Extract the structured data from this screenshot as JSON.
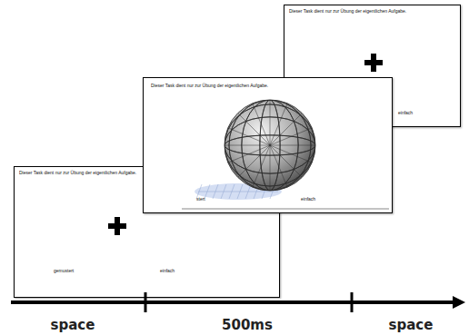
{
  "diagram": {
    "nodes": [
      {
        "text": [
          "Dieser Task dient nur zur Übung der eigentlichen Aufgabe.",
          "gemustert",
          "einfach"
        ]
      },
      {
        "text": [
          "Dieser Task dient nur zur Übung der eigentlichen Aufgabe.",
          "stert",
          "einfach"
        ]
      },
      {
        "text": [
          "Dieser Task dient nur zur Übung der eigentlichen Aufgabe.",
          "einfach"
        ]
      }
    ],
    "edges": [],
    "labels": [
      "space",
      "500ms",
      "space"
    ]
  }
}
